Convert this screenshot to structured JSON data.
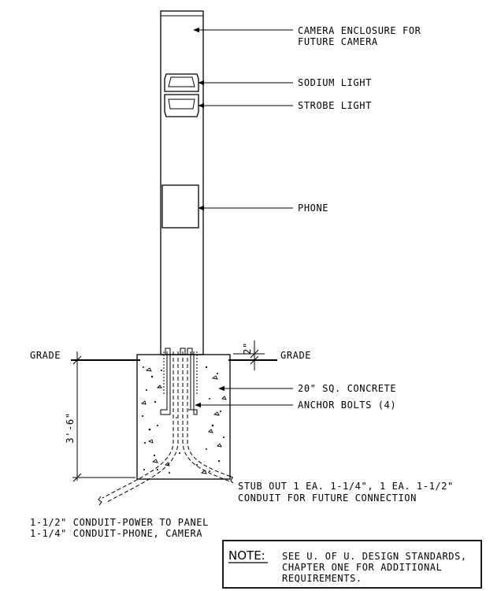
{
  "labels": {
    "camera_line1": "CAMERA ENCLOSURE FOR",
    "camera_line2": "FUTURE CAMERA",
    "sodium": "SODIUM LIGHT",
    "strobe": "STROBE LIGHT",
    "phone": "PHONE",
    "grade_left": "GRADE",
    "grade_right": "GRADE",
    "grade_dim": "2\"",
    "depth_dim": "3'-6\"",
    "concrete": "20\" SQ. CONCRETE",
    "anchor": "ANCHOR BOLTS (4)",
    "stub_line1": "STUB OUT 1 EA. 1-1/4\", 1 EA. 1-1/2\"",
    "stub_line2": "CONDUIT FOR FUTURE CONNECTION",
    "conduit_line1": "1-1/2\" CONDUIT-POWER TO PANEL",
    "conduit_line2": "1-1/4\" CONDUIT-PHONE, CAMERA"
  },
  "note": {
    "heading": "NOTE:",
    "line1": "SEE U. OF U. DESIGN STANDARDS,",
    "line2": "CHAPTER ONE FOR ADDITIONAL",
    "line3": "REQUIREMENTS."
  }
}
